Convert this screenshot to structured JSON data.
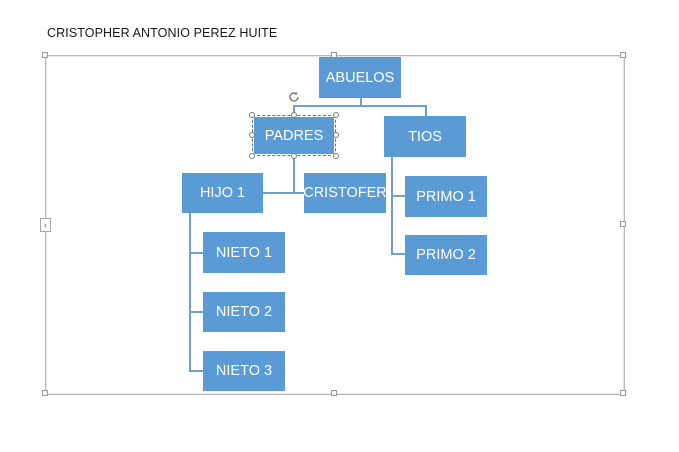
{
  "document": {
    "title": "CRISTOPHER ANTONIO PEREZ HUITE"
  },
  "colors": {
    "node_fill": "#5b9bd5",
    "node_text": "#ffffff",
    "connector": "#6f9fcd"
  },
  "org_chart": {
    "nodes": {
      "abuelos": "ABUELOS",
      "padres": "PADRES",
      "tios": "TIOS",
      "hijo1": "HIJO 1",
      "cristofer": "CRISTOFER",
      "primo1": "PRIMO 1",
      "primo2": "PRIMO 2",
      "nieto1": "NIETO 1",
      "nieto2": "NIETO 2",
      "nieto3": "NIETO 3"
    },
    "edges": [
      [
        "ABUELOS",
        "PADRES"
      ],
      [
        "ABUELOS",
        "TIOS"
      ],
      [
        "PADRES",
        "HIJO 1"
      ],
      [
        "PADRES",
        "CRISTOFER"
      ],
      [
        "TIOS",
        "PRIMO 1"
      ],
      [
        "TIOS",
        "PRIMO 2"
      ],
      [
        "HIJO 1",
        "NIETO 1"
      ],
      [
        "HIJO 1",
        "NIETO 2"
      ],
      [
        "HIJO 1",
        "NIETO 3"
      ]
    ],
    "selected_node": "PADRES"
  }
}
